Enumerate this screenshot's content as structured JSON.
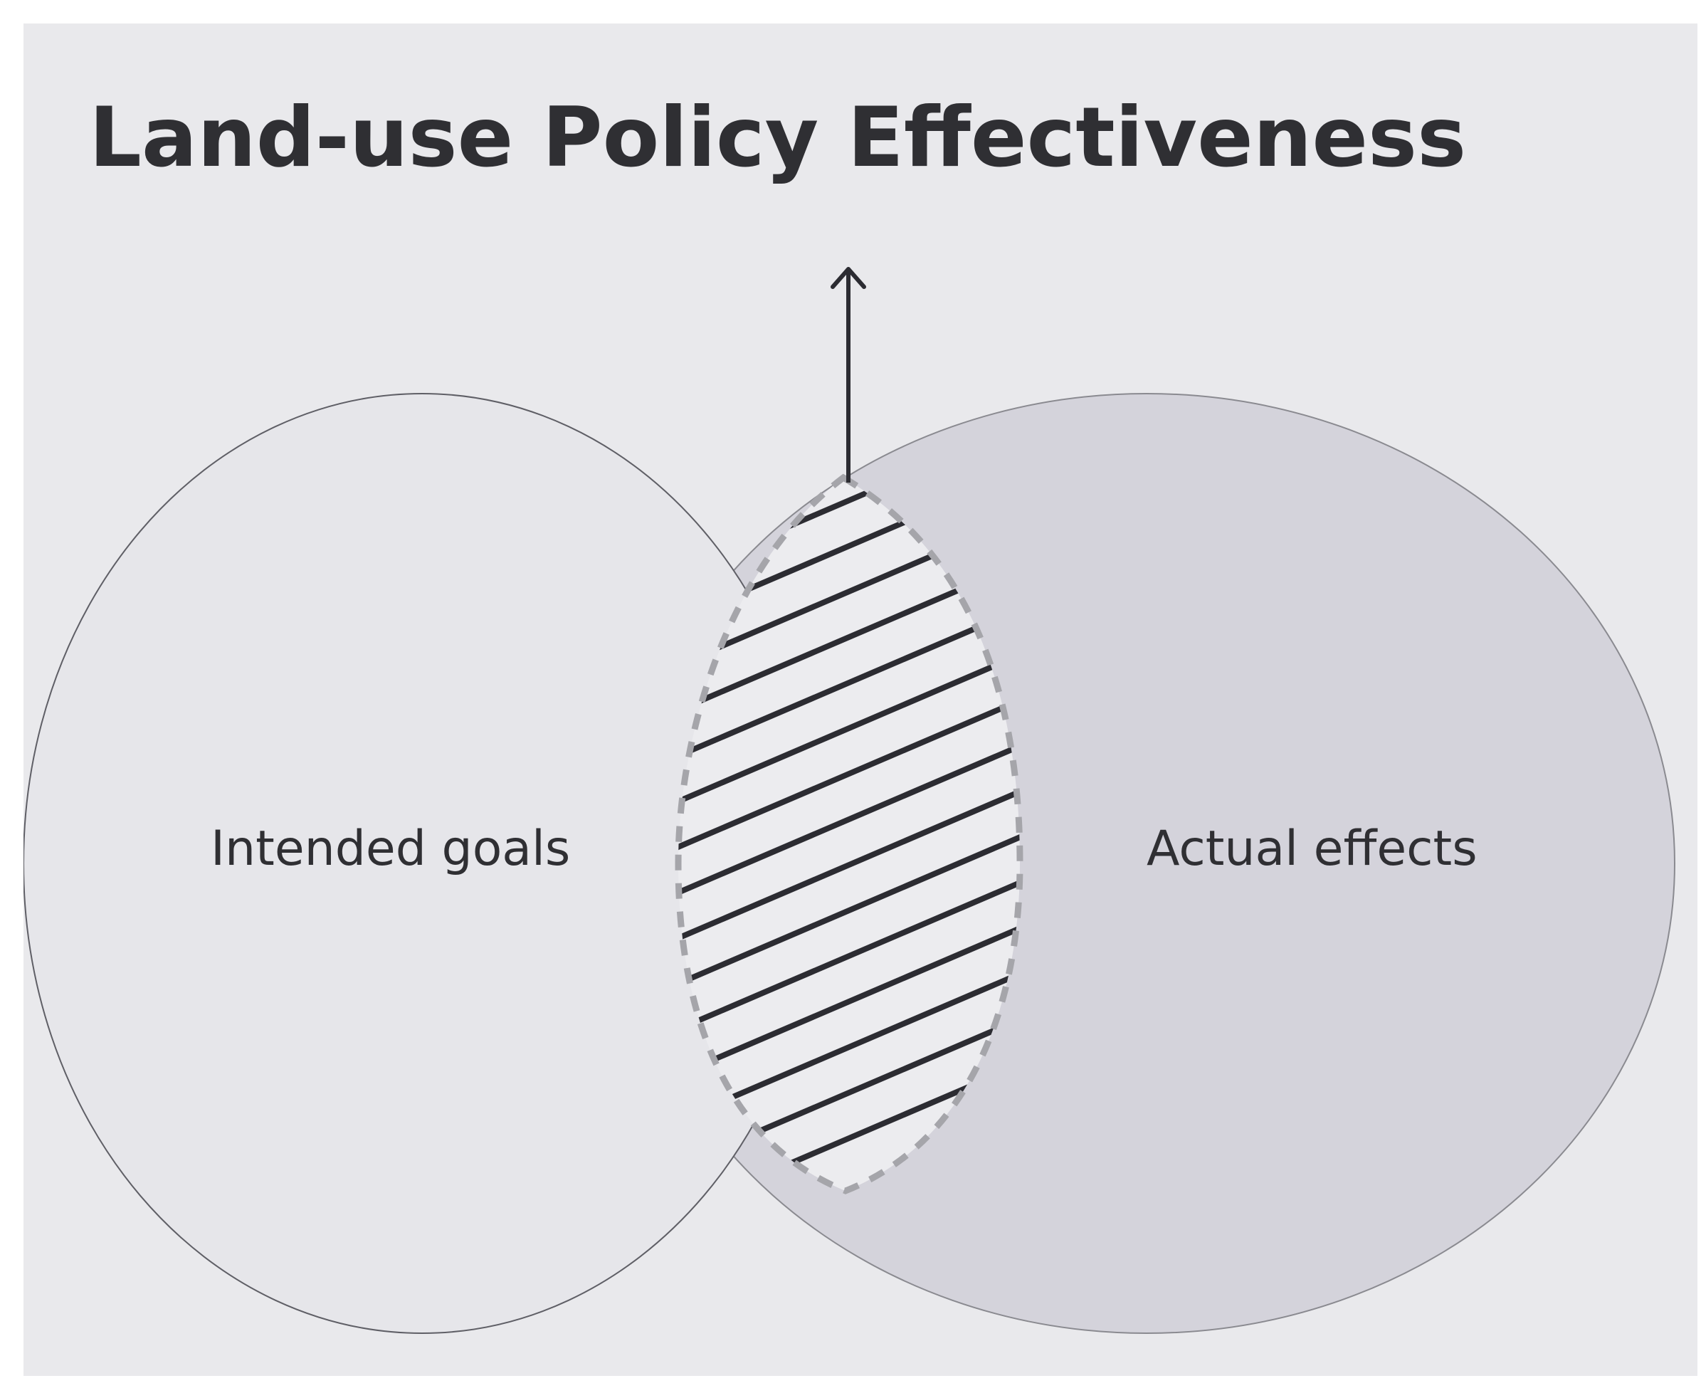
{
  "title": "Land-use Policy Effectiveness",
  "circles": {
    "left_label": "Intended goals",
    "right_label": "Actual effects"
  },
  "colors": {
    "background": "#e9e9ec",
    "left_fill": "#e6e6ea",
    "right_fill": "#d4d3db",
    "overlap_fill": "#ececef",
    "outline": "#8a8a90",
    "hatch": "#2c2c32",
    "dash": "#a5a5aa",
    "text": "#2f2f33"
  }
}
